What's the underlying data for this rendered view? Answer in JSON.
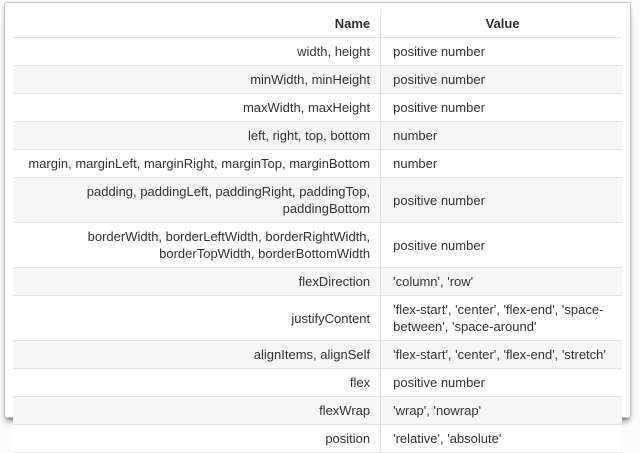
{
  "table": {
    "columns": [
      {
        "label": "Name"
      },
      {
        "label": "Value"
      }
    ],
    "rows": [
      {
        "name": "width, height",
        "value": "positive number"
      },
      {
        "name": "minWidth, minHeight",
        "value": "positive number"
      },
      {
        "name": "maxWidth, maxHeight",
        "value": "positive number"
      },
      {
        "name": "left, right, top, bottom",
        "value": "number"
      },
      {
        "name": "margin, marginLeft, marginRight, marginTop, marginBottom",
        "value": "number"
      },
      {
        "name": "padding, paddingLeft, paddingRight, paddingTop, paddingBottom",
        "value": "positive number"
      },
      {
        "name": "borderWidth, borderLeftWidth, borderRightWidth, borderTopWidth, borderBottomWidth",
        "value": "positive number"
      },
      {
        "name": "flexDirection",
        "value": "'column', 'row'"
      },
      {
        "name": "justifyContent",
        "value": "'flex-start', 'center', 'flex-end', 'space-between', 'space-around'"
      },
      {
        "name": "alignItems, alignSelf",
        "value": "'flex-start', 'center', 'flex-end', 'stretch'"
      },
      {
        "name": "flex",
        "value": "positive number"
      },
      {
        "name": "flexWrap",
        "value": "'wrap', 'nowrap'"
      },
      {
        "name": "position",
        "value": "'relative', 'absolute'"
      }
    ],
    "colors": {
      "stripe": "#f6f6f6",
      "row_border": "#e3e3e3",
      "text": "#333333",
      "card_border": "#cccccc"
    }
  }
}
